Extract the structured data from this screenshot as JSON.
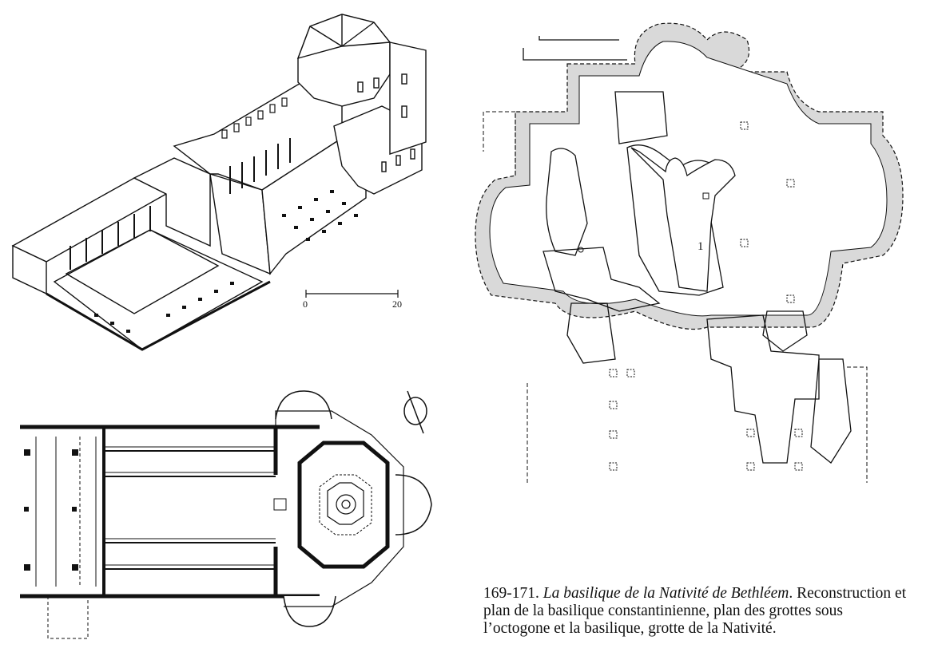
{
  "figure_iso": {
    "scale_start": "0",
    "scale_end": "20"
  },
  "figure_grotto": {
    "label": "1"
  },
  "caption": {
    "number": "169-171.",
    "title": "La basilique de la Nativité de Bethléem",
    "text_line1_rest": ". Reconstruction et",
    "text_line2": "plan de la basilique constantinienne, plan des grottes sous",
    "text_line3": "l’octogone et la basilique, grotte de la Nativité."
  },
  "colors": {
    "ink": "#111111",
    "hatch": "#d9d9d9",
    "paper": "#ffffff"
  }
}
